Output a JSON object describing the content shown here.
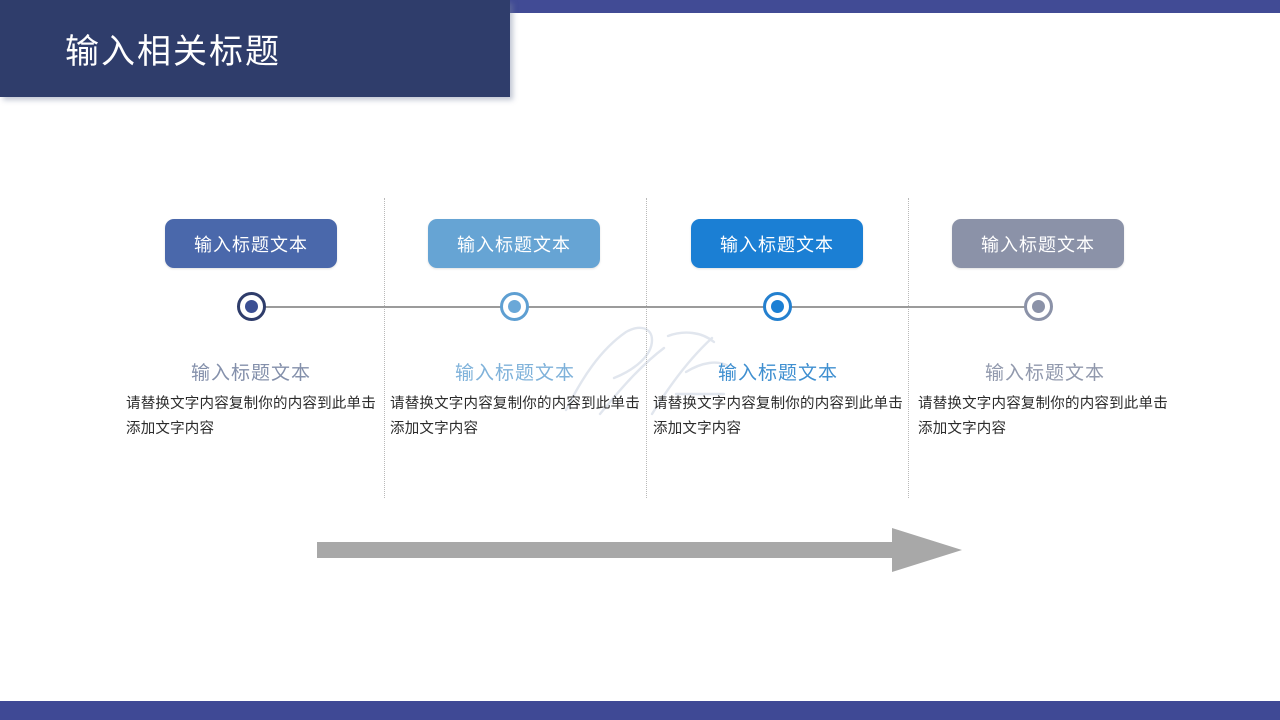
{
  "slide": {
    "background": "#ffffff",
    "top_bar_color": "#414b95",
    "bottom_bar_color": "#3f4995"
  },
  "header": {
    "title": "输入相关标题",
    "block_color": "#2f3d6b",
    "title_color": "#ffffff"
  },
  "watermark": {
    "label": "decorative-watermark",
    "color": "#e3e7ef"
  },
  "timeline": {
    "axis_color": "#9b9b9b",
    "divider_color": "#b9b9b9",
    "steps": [
      {
        "pill_label": "输入标题文本",
        "pill_color": "#4a68ab",
        "node_ring_color": "#2f3d6b",
        "node_dot_color": "#3b4f93",
        "heading": "输入标题文本",
        "heading_color": "#8490ab",
        "body": "请替换文字内容复制你的内容到此单击添加文字内容"
      },
      {
        "pill_label": "输入标题文本",
        "pill_color": "#66a4d4",
        "node_ring_color": "#5e9fd2",
        "node_dot_color": "#6aa8d8",
        "heading": "输入标题文本",
        "heading_color": "#7fb2da",
        "body": "请替换文字内容复制你的内容到此单击添加文字内容"
      },
      {
        "pill_label": "输入标题文本",
        "pill_color": "#1b7fd4",
        "node_ring_color": "#2480cf",
        "node_dot_color": "#1b7fd4",
        "heading": "输入标题文本",
        "heading_color": "#3f8fd0",
        "body": "请替换文字内容复制你的内容到此单击添加文字内容"
      },
      {
        "pill_label": "输入标题文本",
        "pill_color": "#8b92a8",
        "node_ring_color": "#8b92a8",
        "node_dot_color": "#8b92a8",
        "heading": "输入标题文本",
        "heading_color": "#9199ad",
        "body": "请替换文字内容复制你的内容到此单击添加文字内容"
      }
    ]
  },
  "progress_arrow": {
    "label": "progress-arrow",
    "color": "#a8a8a8",
    "direction": "right"
  }
}
